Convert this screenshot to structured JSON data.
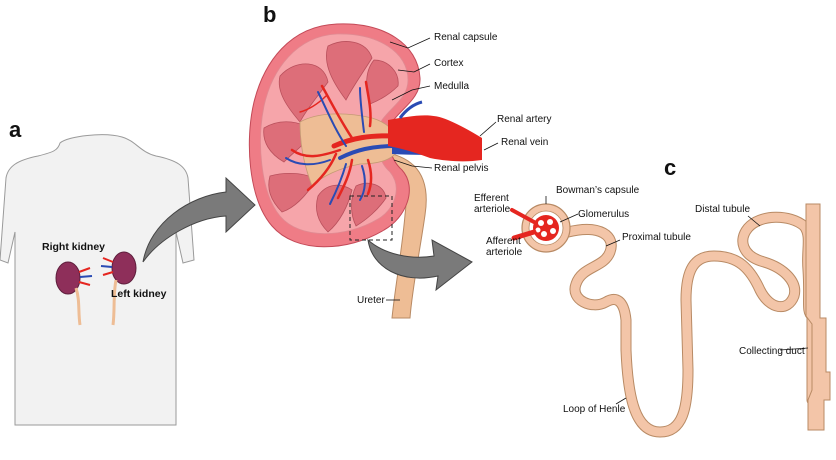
{
  "panels": {
    "a": "a",
    "b": "b",
    "c": "c"
  },
  "body_labels": {
    "right_kidney": "Right kidney",
    "left_kidney": "Left kidney"
  },
  "kidney_labels": {
    "renal_capsule": "Renal capsule",
    "cortex": "Cortex",
    "medulla": "Medulla",
    "renal_artery": "Renal artery",
    "renal_vein": "Renal vein",
    "renal_pelvis": "Renal pelvis",
    "ureter": "Ureter"
  },
  "nephron_labels": {
    "efferent_arteriole_1": "Efferent",
    "efferent_arteriole_2": "arteriole",
    "afferent_arteriole_1": "Afferent",
    "afferent_arteriole_2": "arteriole",
    "bowmans_capsule": "Bowman’s capsule",
    "glomerulus": "Glomerulus",
    "proximal_tubule": "Proximal tubule",
    "distal_tubule": "Distal tubule",
    "loop_of_henle": "Loop of Henle",
    "collecting_duct": "Collecting duct"
  },
  "colors": {
    "skin": "#f2f2f2",
    "kidney_outer": "#ef7c86",
    "kidney_cortex": "#f6a5aa",
    "medulla": "#dd6e79",
    "pelvis": "#eebd95",
    "artery": "#e52620",
    "vein": "#2a4bb4",
    "tubule": "#f3c5a8",
    "arrow": "#7a7a7a",
    "mini_kidney": "#8e2f5a"
  }
}
